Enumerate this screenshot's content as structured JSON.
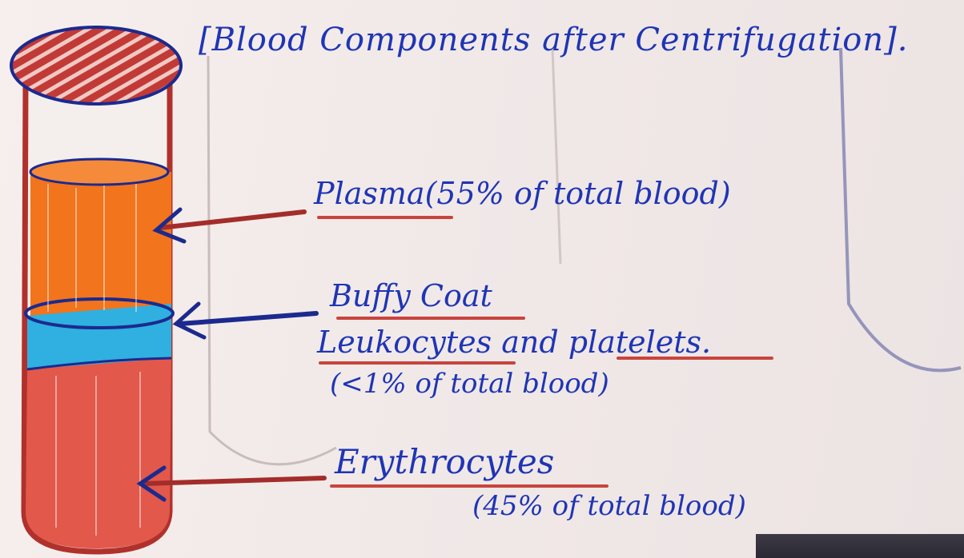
{
  "title": "[Blood Components after Centrifugation].",
  "components": [
    {
      "label": "Plasma",
      "share": "(55% of total blood)",
      "color": "#f2741c"
    },
    {
      "label": "Buffy Coat",
      "detail": "Leukocytes and platelets.",
      "share": "(<1% of total blood)",
      "color": "#2fb0e0"
    },
    {
      "label": "Erythrocytes",
      "share": "(45% of total blood)",
      "color": "#e2584a"
    }
  ],
  "colors": {
    "ink": "#1f35b5",
    "underline": "#c8443d",
    "tube_outline": "#b0312c",
    "cap": "#c23a36"
  }
}
